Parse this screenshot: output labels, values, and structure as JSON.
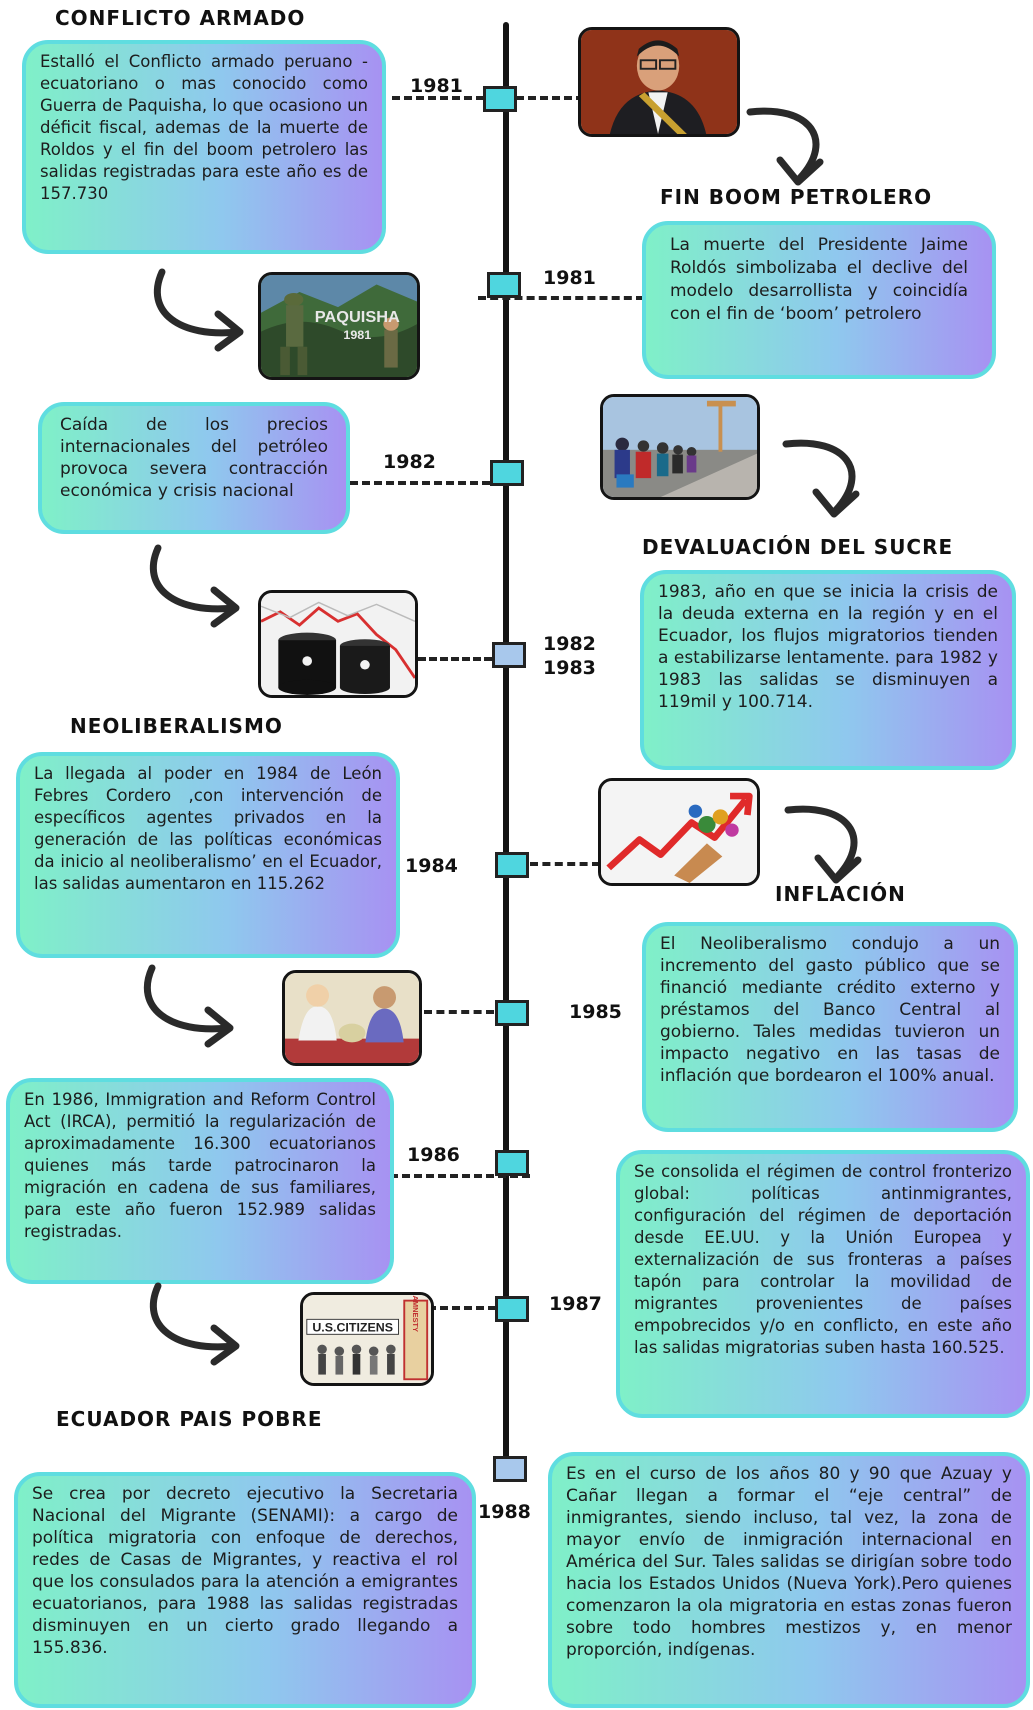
{
  "headings": {
    "conflicto": "CONFLICTO ARMADO",
    "fin_boom": "FIN BOOM PETROLERO",
    "devaluacion": "DEVALUACIÓN DEL SUCRE",
    "neoliberalismo": "NEOLIBERALISMO",
    "inflacion": "INFLACIÓN",
    "ecuador_pobre": "ECUADOR PAIS POBRE"
  },
  "years": {
    "y1981a": "1981",
    "y1981b": "1981",
    "y1982": "1982",
    "y1982b": "1982",
    "y1983": "1983",
    "y1984": "1984",
    "y1985": "1985",
    "y1986": "1986",
    "y1987": "1987",
    "y1988": "1988"
  },
  "cards": {
    "c1981_left": "Estalló el Conflicto armado peruano -ecuatoriano o mas conocido como Guerra de Paquisha, lo que ocasiono un déficit fiscal, ademas de la muerte de Roldos y el fin del boom petrolero las salidas registradas para este año es de 157.730",
    "c1981_right": "La muerte del Presidente Jaime Roldós simbolizaba el declive del modelo desarrollista y coincidía con el fin de ‘boom’ petrolero",
    "c1982_left": "Caída de los precios internacionales del petróleo provoca severa contracción económica y crisis nacional",
    "c1983_right": "1983, año en que se inicia la crisis de la deuda externa en la región y en el Ecuador, los flujos migratorios tienden a estabilizarse lentamente. para 1982 y 1983 las salidas se disminuyen a 119mil y 100.714.",
    "c1984_left": "La llegada al poder en 1984 de León Febres Cordero ,con intervención de específicos agentes privados en la generación de las políticas económicas da inicio al neoliberalismo’ en el Ecuador, las salidas aumentaron en 115.262",
    "c1985_right": "El Neoliberalismo condujo a un incremento del gasto público que se financió mediante crédito externo y préstamos del Banco Central al gobierno. Tales medidas tuvieron un impacto negativo en las tasas de inflación que bordearon el 100% anual.",
    "c1986_left": "En 1986, Immigration and Reform Control Act (IRCA), permitió la regularización de aproximadamente 16.300 ecuatorianos quienes más tarde patrocinaron la migración en cadena de sus familiares, para este año fueron 152.989 salidas registradas.",
    "c1987_right": "Se consolida el régimen de control fronterizo global: políticas antinmigrantes, configuración del régimen de deportación desde EE.UU. y la Unión Europea y externalización de sus fronteras a países tapón para controlar la movilidad de migrantes provenientes de países empobrecidos y/o en conflicto, en este año las salidas migratorias suben hasta 160.525.",
    "c1988_left": "Se crea por decreto ejecutivo la Secretaria Nacional del Migrante (SENAMI): a cargo de política migratoria con enfoque de derechos, redes de Casas de Migrantes, y reactiva el rol que los consulados para la atención a emigrantes ecuatorianos, para 1988 las salidas registradas disminuyen en un cierto grado llegando a 155.836.",
    "c1988_right": "Es en el curso de los años 80 y 90 que Azuay y Cañar llegan a formar el “eje central” de inmigrantes, siendo incluso, tal vez, la zona de mayor envío de inmigración internacional en América del Sur. Tales salidas se dirigían sobre todo hacia los Estados Unidos (Nueva York).Pero quienes comenzaron la ola migratoria en estas zonas fueron sobre todo hombres mestizos y, en menor proporción, indígenas."
  },
  "images": {
    "paquisha_text": "PAQUISHA",
    "paquisha_year": "1981",
    "citizens_text": "U.S.CITIZENS",
    "amnesty_text": "AMNESTY"
  },
  "colors": {
    "card_border": "#5fdde0",
    "node_fill": "#4fd6df",
    "axis": "#141414"
  }
}
